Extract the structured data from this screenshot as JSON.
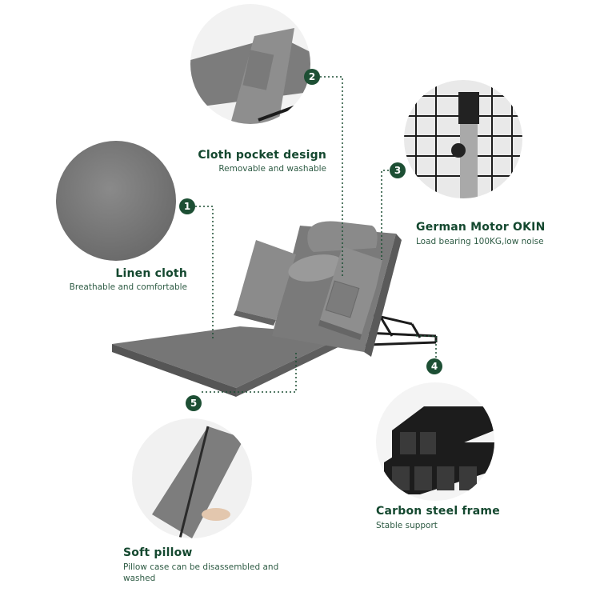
{
  "features": [
    {
      "number": "1",
      "title": "Linen cloth",
      "description": "Breathable and comfortable"
    },
    {
      "number": "2",
      "title": "Cloth pocket design",
      "description": "Removable and washable"
    },
    {
      "number": "3",
      "title": "German Motor OKIN",
      "description": "Load bearing 100KG,low noise"
    },
    {
      "number": "4",
      "title": "Carbon steel frame",
      "description": "Stable support"
    },
    {
      "number": "5",
      "title": "Soft pillow",
      "description": "Pillow case can be disassembled and washed"
    }
  ],
  "colors": {
    "accent_green": "#1d4f34",
    "title_green": "#14482f",
    "fabric_gray": "#6e6e6e",
    "frame_black": "#1c1c1c"
  }
}
